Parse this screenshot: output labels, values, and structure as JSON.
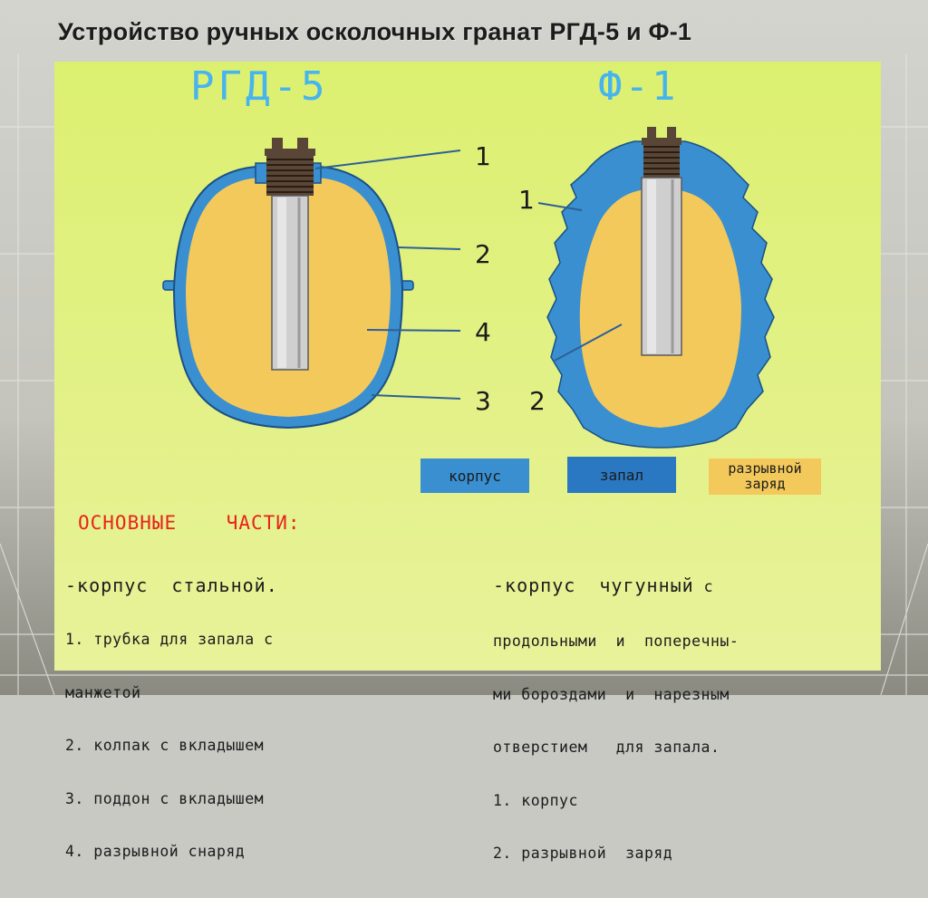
{
  "slide": {
    "title": "Устройство ручных осколочных гранат РГД-5 и Ф-1"
  },
  "diagram": {
    "left_label": "РГД-5",
    "right_label": "Ф-1",
    "rgd5_callouts": [
      "1",
      "2",
      "4",
      "3"
    ],
    "f1_callouts": [
      "1",
      "2"
    ]
  },
  "legend": {
    "items": [
      {
        "label": "корпус",
        "color": "#3a8fd0"
      },
      {
        "label": "запал",
        "color": "#2b78c2"
      },
      {
        "label_line1": "разрывной",
        "label_line2": "заряд",
        "color": "#f4c95c"
      }
    ]
  },
  "parts": {
    "heading": "ОСНОВНЫЕ    ЧАСТИ:",
    "rgd5": {
      "title": "-корпус  стальной.",
      "lines": [
        "1. трубка для запала с",
        "манжетой",
        "2. колпак с вкладышем",
        "3. поддон с вкладышем",
        "4. разрывной снаряд"
      ]
    },
    "f1": {
      "title_main": "-корпус  чугунный",
      "title_tail": " с",
      "lines": [
        "продольными  и  поперечны-",
        "ми бороздами  и  нарезным",
        "отверстием   для запала.",
        "1. корпус",
        "2. разрывной  заряд"
      ]
    }
  },
  "colors": {
    "poster_bg": "#dcf070",
    "body_blue": "#3a8fd0",
    "charge_orange": "#f4c95c",
    "tube_gray": "#c8c8c8",
    "red_heading": "#e8231a"
  }
}
